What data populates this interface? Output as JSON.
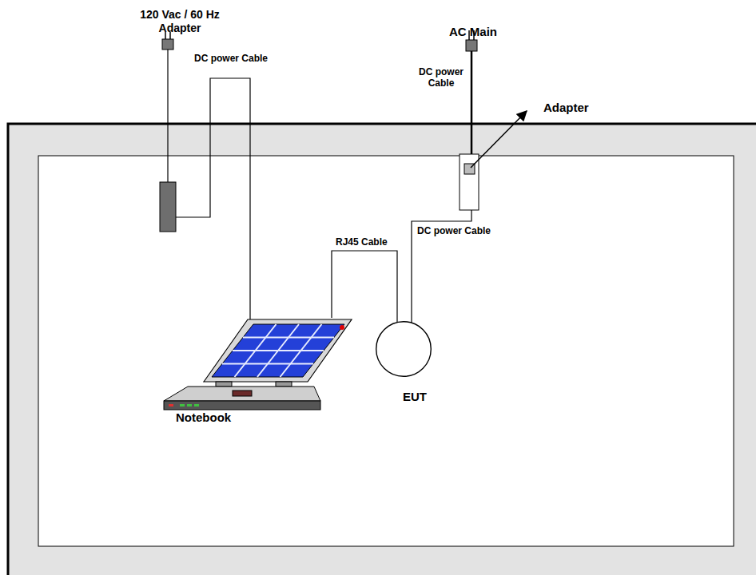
{
  "diagram": {
    "nodes": [
      {
        "text": [
          "Notebook"
        ]
      },
      {
        "text": [
          "EUT"
        ]
      }
    ],
    "edges": [
      {
        "from": 0,
        "to": 1,
        "arrow": "none",
        "label": "RJ45 Cable"
      }
    ],
    "labels": [
      "120 Vac / 60 Hz Adapter",
      "AC Main",
      "DC power Cable",
      "DC power Cable",
      "Adapter",
      "DC power Cable"
    ]
  }
}
